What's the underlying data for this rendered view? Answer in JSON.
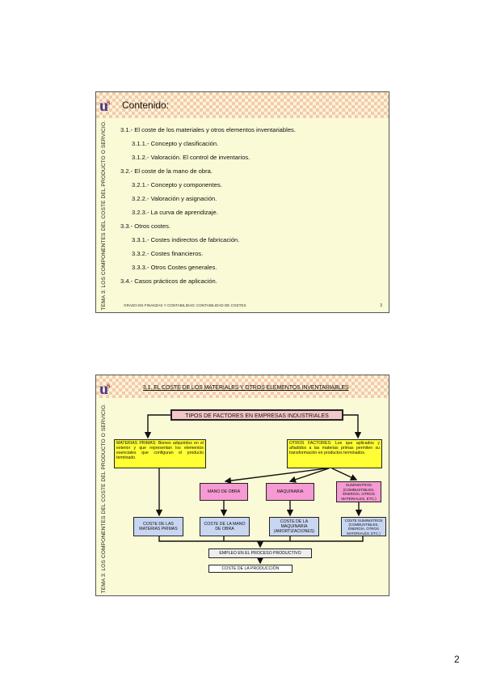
{
  "slide1": {
    "title": "Contenido:",
    "sidebar": "TEMA 3: LOS COMPONENTES DEL COSTE DEL PRODUCTO O SERVICIO.",
    "items": [
      {
        "text": "3.1.- El coste de los materiales y otros elementos inventariables.",
        "level": 1
      },
      {
        "text": "3.1.1.- Concepto y clasificación.",
        "level": 2
      },
      {
        "text": "3.1.2.- Valoración. El control de inventarios.",
        "level": 2
      },
      {
        "text": "3.2.- El coste de la mano de obra.",
        "level": 1
      },
      {
        "text": "3.2.1.- Concepto y componentes.",
        "level": 2
      },
      {
        "text": "3.2.2.- Valoración y asignación.",
        "level": 2
      },
      {
        "text": "3.2.3.- La curva de aprendizaje.",
        "level": 2
      },
      {
        "text": "3.3.- Otros costes.",
        "level": 1
      },
      {
        "text": "3.3.1.- Costes indirectos de fabricación.",
        "level": 2
      },
      {
        "text": "3.3.2.- Costes financieros.",
        "level": 2
      },
      {
        "text": "3.3.3.- Otros Costes generales.",
        "level": 2
      },
      {
        "text": "3.4.- Casos prácticos de aplicación.",
        "level": 1
      }
    ],
    "footer": "GRADO EN FINANZAS Y CONTABILIDAD: CONTABILIDAD DE COSTES",
    "page": "3"
  },
  "slide2": {
    "title": "3.1. EL COSTE DE LOS MATERIALES Y OTROS ELEMENTOS INVENTARIABLES",
    "sidebar": "TEMA 3: LOS COMPONENTES DEL COSTE DEL PRODUCTO O SERVICIO.",
    "tipos": "TIPOS DE FACTORES EN EMPRESAS INDUSTRIALES",
    "materias_primas": "MATERIAS PRIMAS: Bienes adquiridos en el exterior y que representan los elementos esenciales que configuran el producto terminado.",
    "otros_factores": "OTROS FACTORES: Los que aplicados y añadidos a las materias primas permiten su transformación en productos terminados.",
    "mano_obra": "MANO DE OBRA",
    "maquinaria": "MAQUINARIA",
    "suministros": "SUMINISTROS (COMBUSTIBLES, ENERGÍA, OTROS MATERIALES, ETC.)",
    "coste_mp": "COSTE DE LAS MATERIAS PRIMAS",
    "coste_mo": "COSTE DE LA MANO DE OBRA",
    "coste_maq": "COSTE DE LA MAQUINARIA (AMORTIZACIONES)",
    "coste_sum": "COSTE SUMINISTROS (COMBUSTIBLES, ENERGÍA, OTROS MATERIALES, ETC.)",
    "empleo": "EMPLEO EN EL PROCESO PRODUCTIVO",
    "coste_produccion": "COSTE DE LA PRODUCCIÓN"
  },
  "logo_text": "u",
  "logo_sup": "s",
  "page_number": "2"
}
